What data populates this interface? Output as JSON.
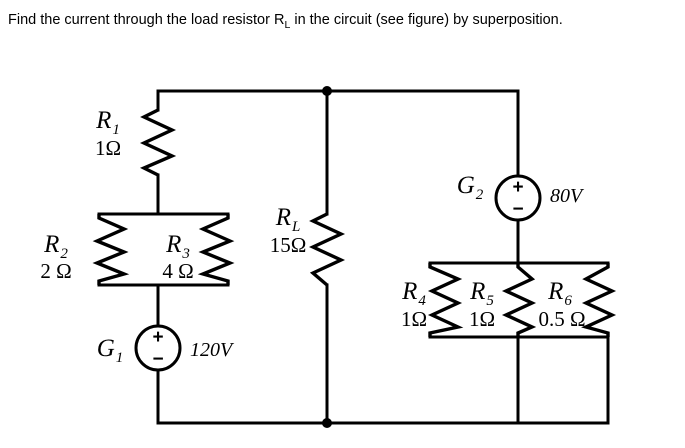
{
  "problem": {
    "line1_before": "Find the current through the load resistor ",
    "symbol": "R",
    "symbol_sub": "L",
    "line1_after": " in the circuit (see figure) by",
    "line2": "superposition."
  },
  "figure": {
    "caption": "circuit diagram",
    "line_color": "#000000",
    "background": "#ffffff",
    "components": [
      {
        "id": "R1",
        "kind": "resistor",
        "name": "R",
        "subscript": "1",
        "value": "1",
        "unit": "Ω",
        "value_label": "1Ω",
        "orientation": "vertical"
      },
      {
        "id": "R2",
        "kind": "resistor",
        "name": "R",
        "subscript": "2",
        "value": "2",
        "unit": "Ω",
        "value_label": "2 Ω",
        "orientation": "vertical"
      },
      {
        "id": "R3",
        "kind": "resistor",
        "name": "R",
        "subscript": "3",
        "value": "4",
        "unit": "Ω",
        "value_label": "4 Ω",
        "orientation": "vertical"
      },
      {
        "id": "RL",
        "kind": "resistor",
        "name": "R",
        "subscript": "L",
        "value": "15",
        "unit": "Ω",
        "value_label": "15Ω",
        "orientation": "vertical"
      },
      {
        "id": "R4",
        "kind": "resistor",
        "name": "R",
        "subscript": "4",
        "value": "1",
        "unit": "Ω",
        "value_label": "1Ω",
        "orientation": "vertical"
      },
      {
        "id": "R5",
        "kind": "resistor",
        "name": "R",
        "subscript": "5",
        "value": "1",
        "unit": "Ω",
        "value_label": "1Ω",
        "orientation": "vertical"
      },
      {
        "id": "R6",
        "kind": "resistor",
        "name": "R",
        "subscript": "6",
        "value": "0.5",
        "unit": "Ω",
        "value_label": "0.5 Ω",
        "orientation": "vertical"
      },
      {
        "id": "G1",
        "kind": "voltage-source",
        "name": "G",
        "subscript": "1",
        "value_label": "120V",
        "plus": "+",
        "minus": "−",
        "polarity": "plus-top"
      },
      {
        "id": "G2",
        "kind": "voltage-source",
        "name": "G",
        "subscript": "2",
        "value_label": "80V",
        "plus": "+",
        "minus": "−",
        "polarity": "plus-top"
      }
    ]
  }
}
